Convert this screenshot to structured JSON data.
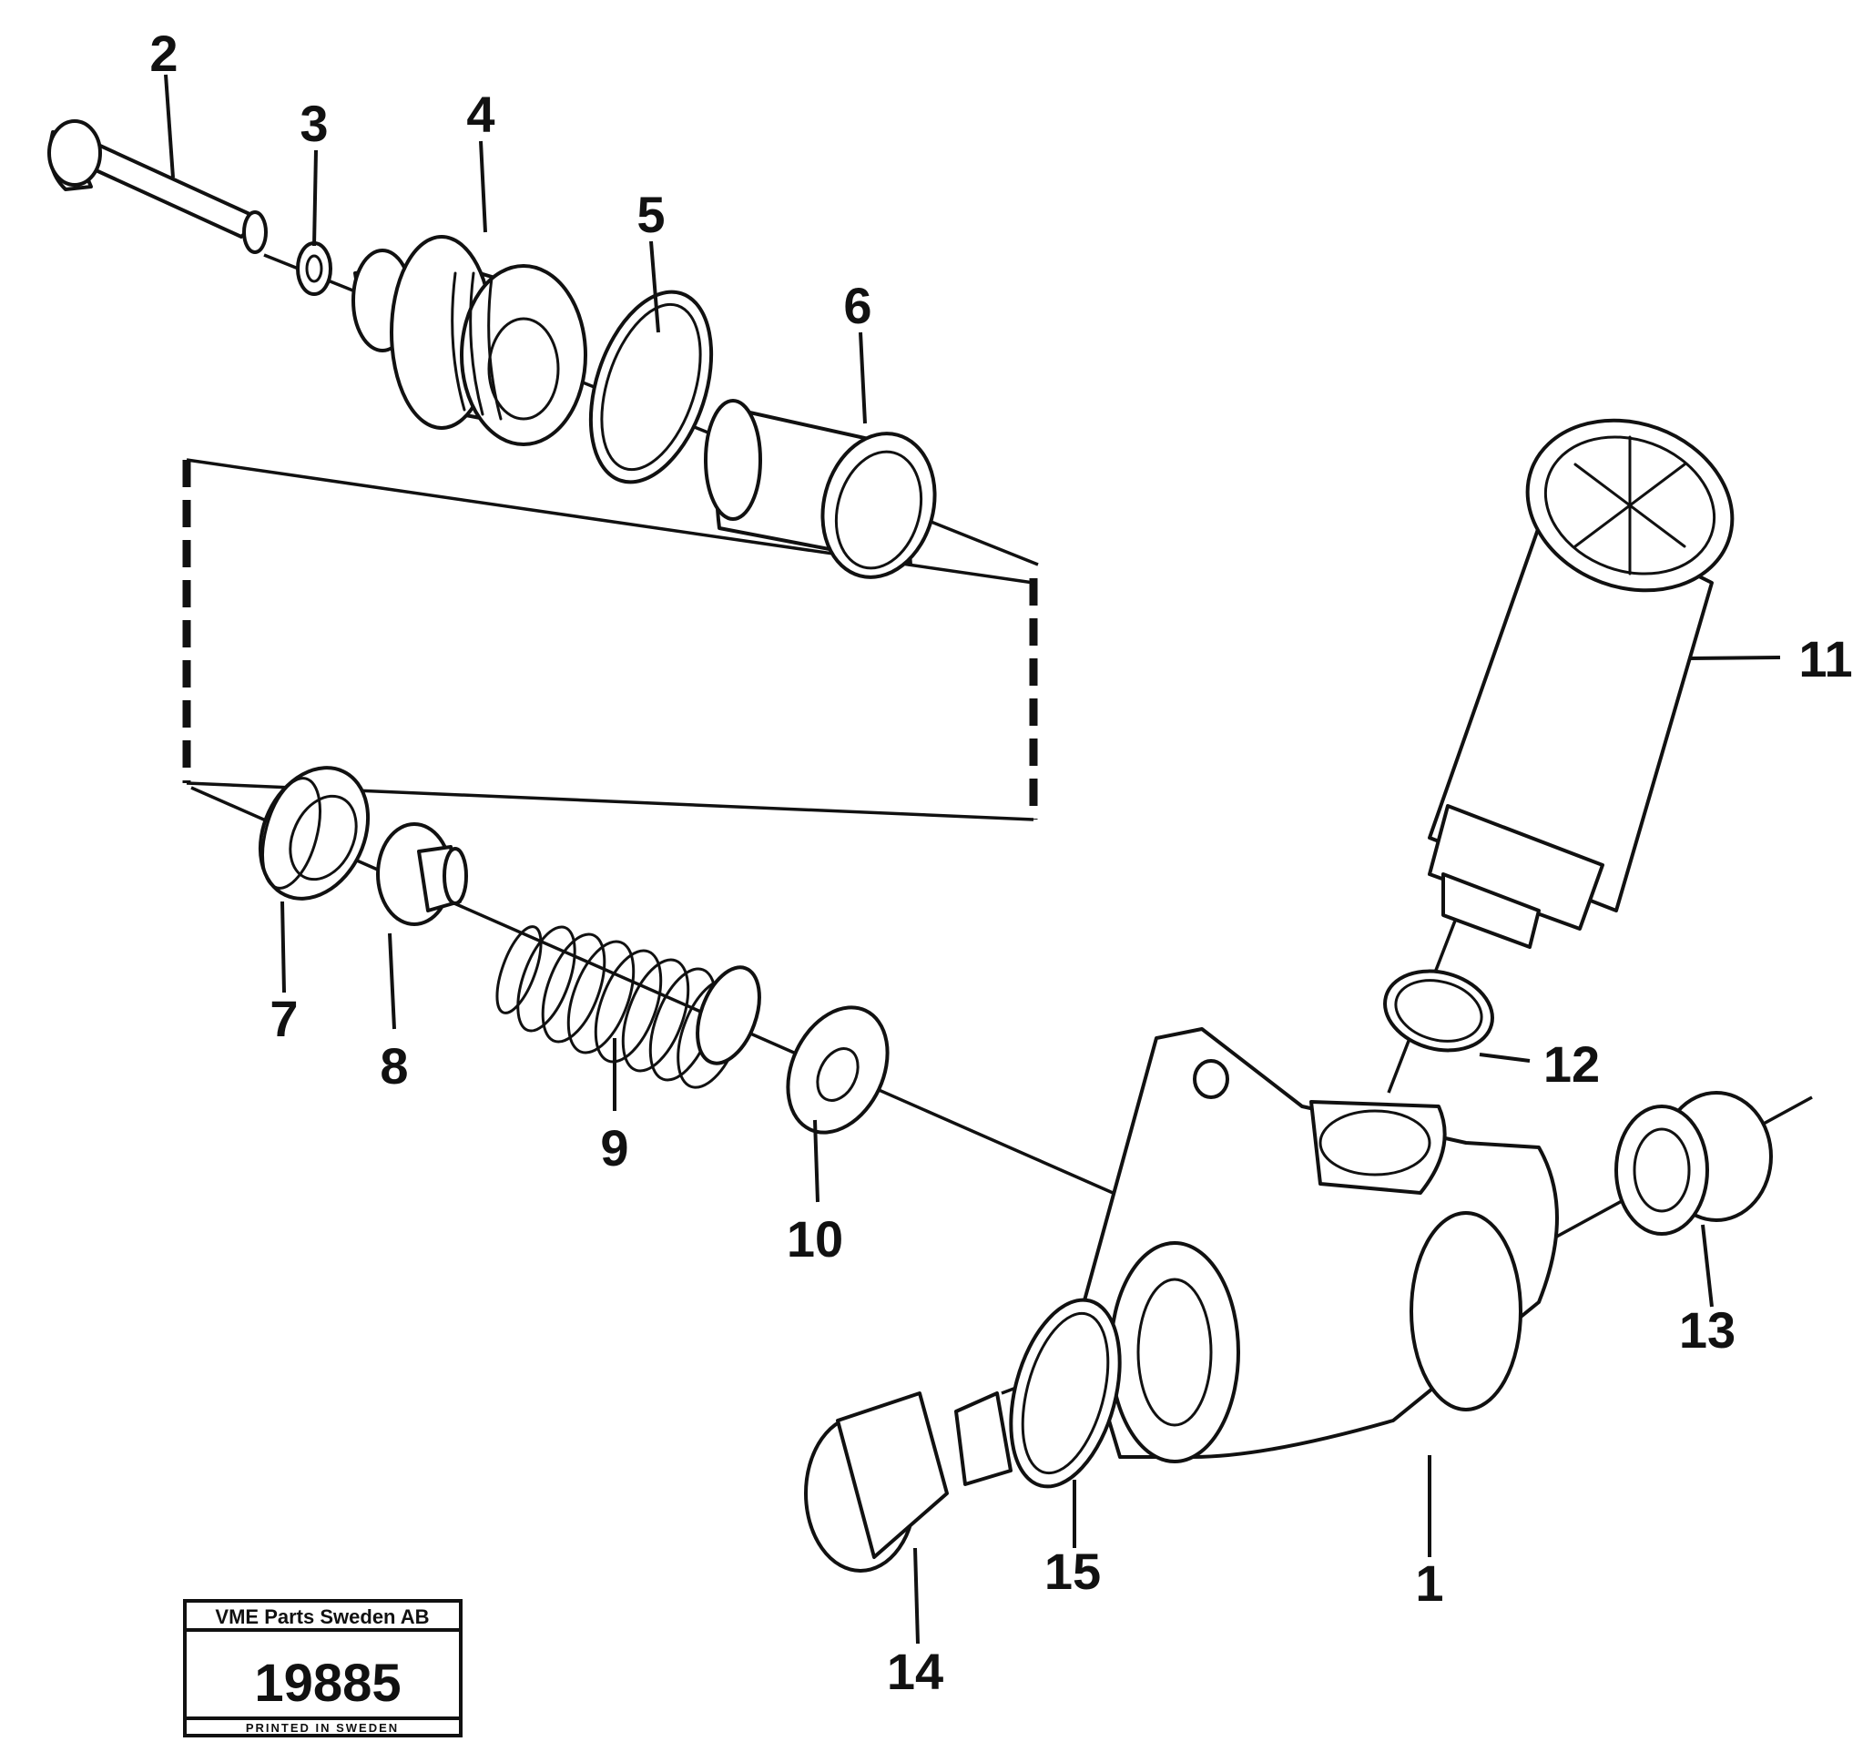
{
  "callouts": {
    "c1": "1",
    "c2": "2",
    "c3": "3",
    "c4": "4",
    "c5": "5",
    "c6": "6",
    "c7": "7",
    "c8": "8",
    "c9": "9",
    "c10": "10",
    "c11": "11",
    "c12": "12",
    "c13": "13",
    "c14": "14",
    "c15": "15"
  },
  "stamp": {
    "company": "VME Parts Sweden AB",
    "number": "19885",
    "printed": "PRINTED IN SWEDEN"
  }
}
